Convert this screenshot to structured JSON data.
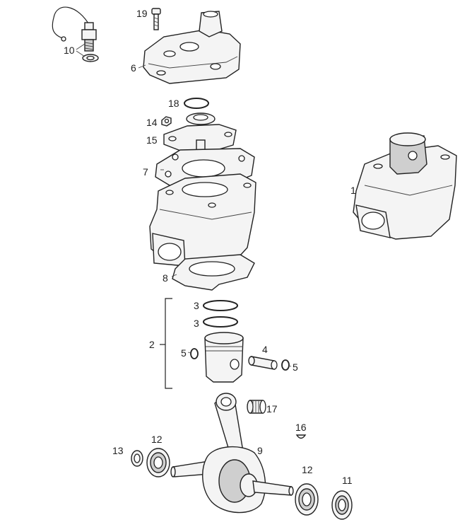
{
  "callouts": {
    "c1": "1",
    "c2": "2",
    "c3a": "3",
    "c3b": "3",
    "c4": "4",
    "c5a": "5",
    "c5b": "5",
    "c6": "6",
    "c7": "7",
    "c8": "8",
    "c9": "9",
    "c10": "10",
    "c11": "11",
    "c12a": "12",
    "c12b": "12",
    "c13": "13",
    "c14": "14",
    "c15": "15",
    "c16": "16",
    "c17": "17",
    "c18": "18",
    "c19": "19"
  },
  "colors": {
    "line": "#222222",
    "fill": "#f4f4f4",
    "background": "#ffffff"
  }
}
